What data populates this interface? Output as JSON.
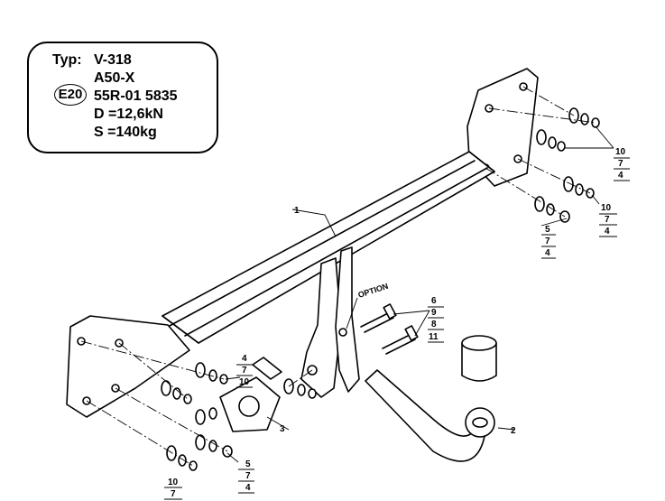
{
  "spec": {
    "typ_label": "Typ:",
    "typ_value": "V-318",
    "model": "A50-X",
    "approval_mark": "E20",
    "approval_number": "55R-01 5835",
    "d_value": "D =12,6kN",
    "s_value": "S =140kg"
  },
  "callouts": {
    "part_1": "1",
    "part_2": "2",
    "part_3": "3",
    "option": "OPTION",
    "group_a": [
      "10",
      "7",
      "4"
    ],
    "group_b": [
      "10",
      "7",
      "4"
    ],
    "group_c": [
      "5",
      "7",
      "4"
    ],
    "group_d": [
      "6",
      "9",
      "8",
      "11"
    ],
    "group_e": [
      "4",
      "7",
      "10"
    ],
    "group_f": [
      "5",
      "7",
      "4"
    ],
    "group_g": [
      "10",
      "7"
    ]
  }
}
